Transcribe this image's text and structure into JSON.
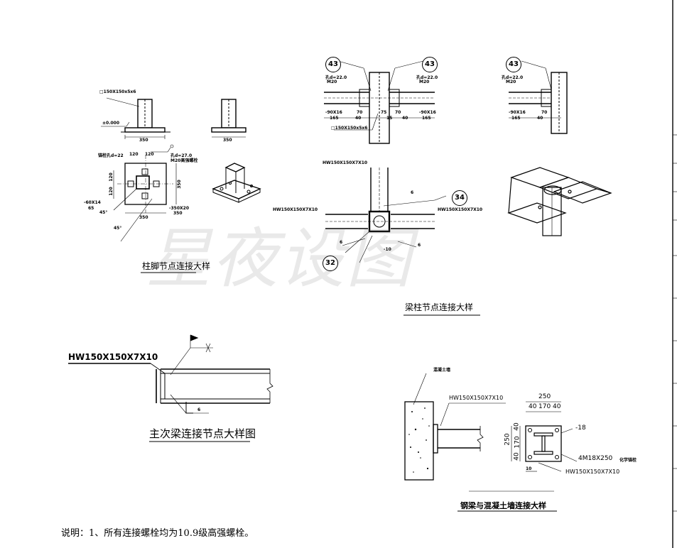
{
  "watermark": "星夜设图",
  "titles": {
    "column_base": "柱脚节点连接大样",
    "beam_column": "梁柱节点连接大样",
    "main_secondary": "主次梁连接节点大样图",
    "beam_wall": "钢梁与混凝土墙连接大样"
  },
  "note": "说明：1、所有连接螺栓均为10.9级高强螺栓。",
  "column_base": {
    "tube_label": "□150X150x5x6",
    "elev": "±0.000",
    "dim_350_a": "350",
    "dim_350_b": "350",
    "dim_350_plan": "350",
    "anchor_hole": "锚栓孔d=22",
    "hole": "孔d=27.0",
    "hole_note": "M20高强螺栓",
    "d120_a": "120",
    "d120_b": "120",
    "d120_c": "120",
    "d120_d": "120",
    "d350_v": "350",
    "stiffener": "-60X14",
    "stiffener_sub": "65",
    "plate": "-350X20",
    "plate_sub": "350",
    "angle_a": "45°",
    "angle_b": "45°"
  },
  "beam_column": {
    "b43_a": "43",
    "b43_b": "43",
    "b43_c": "43",
    "b34": "34",
    "b32": "32",
    "hole_a": "孔d=22.0",
    "hole_b": "孔d=22.0",
    "hole_c": "孔d=22.0",
    "m20_a": "M20",
    "m20_b": "M20",
    "m20_c": "M20",
    "pl_a": "-90X16",
    "pl_b": "-90X16",
    "pl_c": "-90X16",
    "d165_a": "165",
    "d165_b": "165",
    "d165_c": "165",
    "d40_a": "40",
    "d40_b": "40",
    "d40_c": "40",
    "d70_a": "70",
    "d70_b": "70",
    "d70_c": "70",
    "d75": "75",
    "d15": "15",
    "tube": "□150X150x5x6",
    "hw_top": "HW150X150X7X10",
    "hw_left": "HW150X150X7X10",
    "hw_right": "HW150X150X7X10",
    "weld6_a": "6",
    "weld6_b": "6",
    "weld6_c": "6",
    "m10": "-10"
  },
  "main_secondary": {
    "hw": "HW150X150X7X10",
    "weld6": "6"
  },
  "beam_wall": {
    "wall": "混凝土墙",
    "hw": "HW150X150X7X10",
    "d250_top": "250",
    "d40_l": "40",
    "d170_h": "170",
    "d40_r": "40",
    "d250_side": "250",
    "d40_t": "40",
    "d170_v": "170",
    "d40_b": "40",
    "plate": "-18",
    "bolt": "4M18X250",
    "bolt_note": "化学锚栓",
    "hw_small": "HW150X150X7X10",
    "weld10": "10"
  }
}
